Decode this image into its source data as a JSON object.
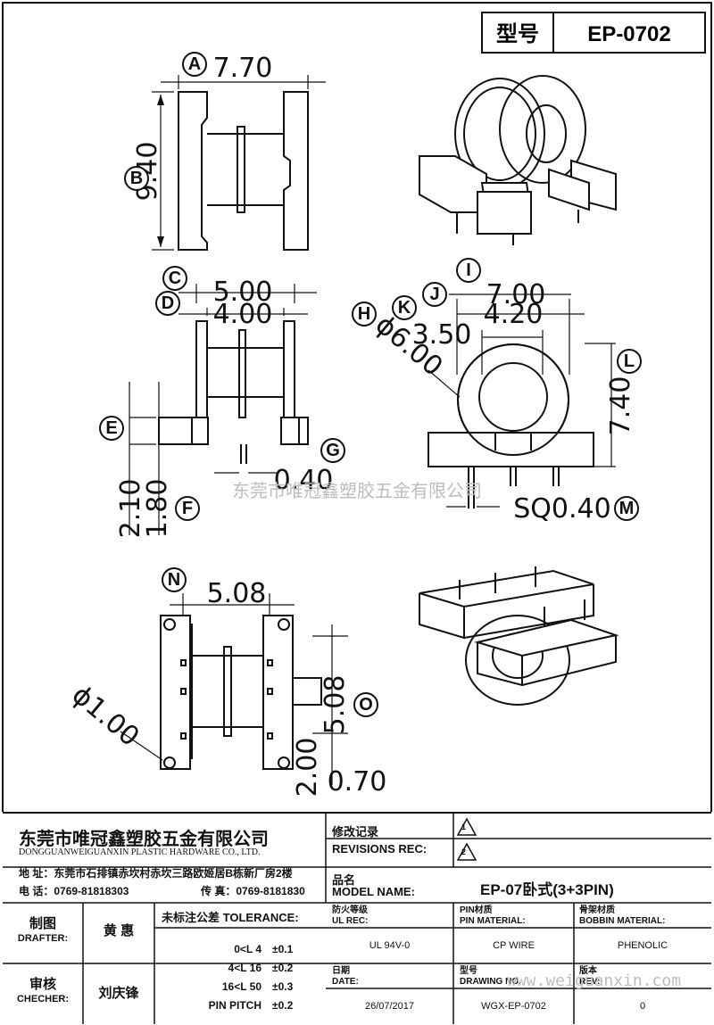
{
  "header": {
    "model_label": "型号",
    "model_value": "EP-0702"
  },
  "views": {
    "top": {
      "dim_a": "7.70",
      "dim_b": "9.40"
    },
    "front": {
      "dim_c": "5.00",
      "dim_d": "4.00",
      "dim_e": "2.10",
      "dim_f": "1.80",
      "dim_g": "0.40"
    },
    "side": {
      "dim_i": "7.00",
      "dim_j": "4.20",
      "dim_k": "3.50",
      "dim_h": "ϕ6.00",
      "dim_l": "7.40",
      "dim_m": "SQ0.40"
    },
    "bottom": {
      "dim_n": "5.08",
      "dim_o": "5.08",
      "dim_dia": "ϕ1.00",
      "dim_200": "2.00",
      "dim_070": "0.70"
    }
  },
  "callouts": [
    "A",
    "B",
    "C",
    "D",
    "E",
    "F",
    "G",
    "H",
    "I",
    "J",
    "K",
    "L",
    "M",
    "N",
    "O"
  ],
  "watermark": {
    "center": "东莞市唯冠鑫塑胶五金有限公司",
    "url": "www.weiguanxin.com"
  },
  "company": {
    "name_cn": "东莞市唯冠鑫塑胶五金有限公司",
    "name_en": "DONGGUANWEIGUANXIN PLASTIC HARDWARE CO., LTD.",
    "addr_label": "地  址：",
    "addr": "东莞市石排镇赤坎村赤坎三路欧姬居B栋新厂房2楼",
    "tel_label": "电  话：",
    "tel": "0769-81818303",
    "fax_label": "传  真：",
    "fax": "0769-8181830"
  },
  "revisions": {
    "label_cn": "修改记录",
    "label_en": "REVISIONS REC:",
    "mark1": "1",
    "mark2": "2"
  },
  "model": {
    "label_cn": "品名",
    "label_en": "MODEL NAME:",
    "value": "EP-07卧式(3+3PIN)"
  },
  "drafter": {
    "label_cn": "制图",
    "label_en": "DRAFTER:",
    "name": "黄  惠"
  },
  "checker": {
    "label_cn": "审核",
    "label_en": "CHECHER:",
    "name": "刘庆锋"
  },
  "tolerance": {
    "title": "未标注公差",
    "title_en": "TOLERANCE:",
    "rows": [
      {
        "range": "0<L  4",
        "tol": "±0.1"
      },
      {
        "range": "4<L  16",
        "tol": "±0.2"
      },
      {
        "range": "16<L  50",
        "tol": "±0.3"
      },
      {
        "range": "PIN PITCH",
        "tol": "±0.2"
      }
    ]
  },
  "ul_rec": {
    "label_cn": "防火等级",
    "label_en": "UL REC:",
    "value": "UL 94V-0"
  },
  "pin_material": {
    "label_cn": "PIN材质",
    "label_en": "PIN MATERIAL:",
    "value": "CP WIRE"
  },
  "bobbin_material": {
    "label_cn": "骨架材质",
    "label_en": "BOBBIN MATERIAL:",
    "value": "PHENOLIC"
  },
  "date": {
    "label_cn": "日期",
    "label_en": "DATE:",
    "value": "26/07/2017"
  },
  "drawing_no": {
    "label_cn": "型号",
    "label_en": "DRAWING NO.",
    "value": "WGX-EP-0702"
  },
  "rev": {
    "label_cn": "版本",
    "label_en": "REV:",
    "value": "0"
  }
}
